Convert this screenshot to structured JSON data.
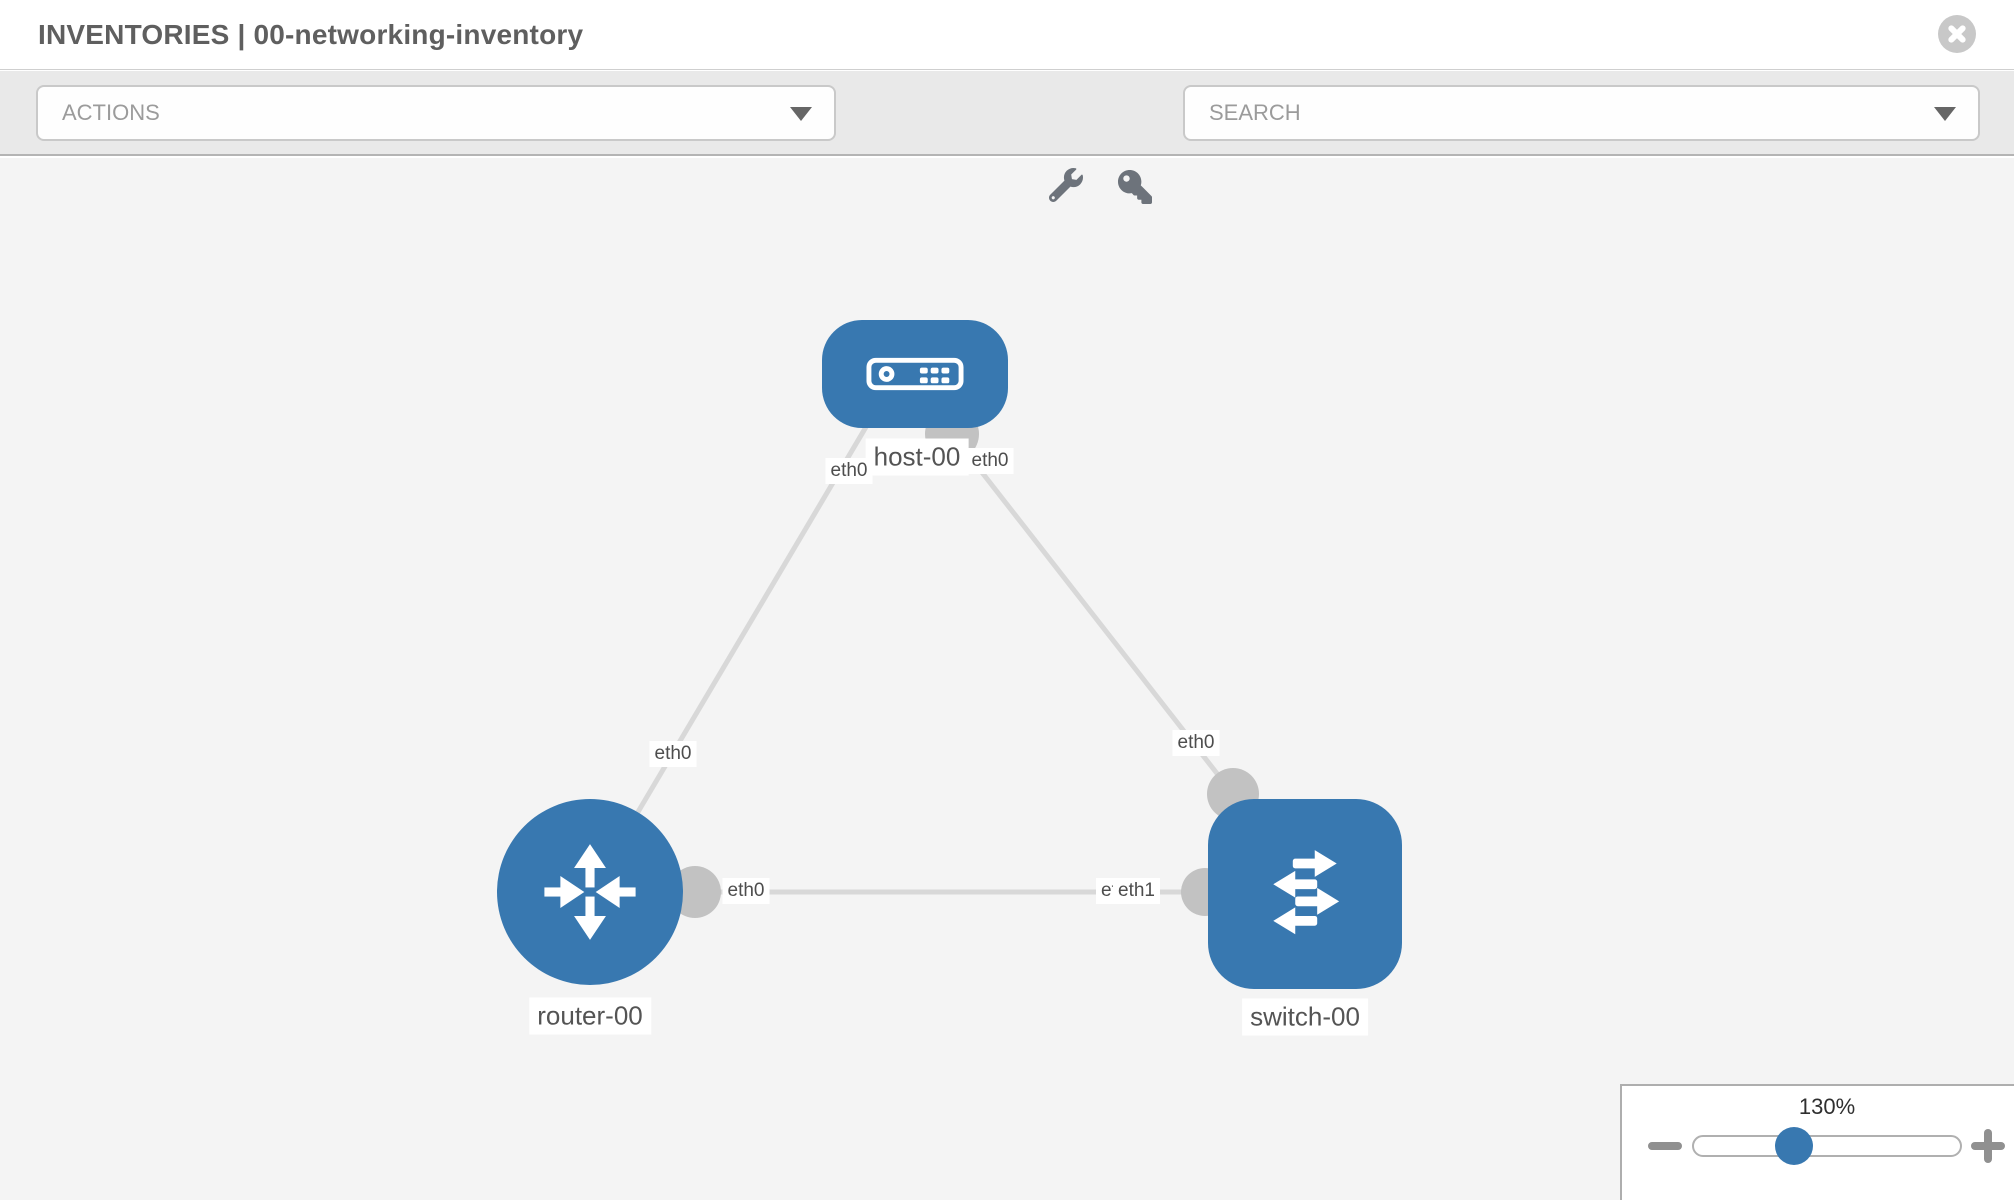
{
  "window": {
    "title": "INVENTORIES | 00-networking-inventory"
  },
  "toolbar": {
    "actions_label": "ACTIONS",
    "search_label": "SEARCH"
  },
  "topology": {
    "nodes": [
      {
        "id": "host-00",
        "type": "host",
        "label": "host-00"
      },
      {
        "id": "router-00",
        "type": "router",
        "label": "router-00"
      },
      {
        "id": "switch-00",
        "type": "switch",
        "label": "switch-00"
      }
    ],
    "links": [
      {
        "from": "host-00",
        "to": "router-00",
        "from_interface": "eth0",
        "to_interface": "eth0"
      },
      {
        "from": "host-00",
        "to": "switch-00",
        "from_interface": "eth0",
        "to_interface": "eth0"
      },
      {
        "from": "router-00",
        "to": "switch-00",
        "from_interface": "eth0",
        "to_interface": "eth1"
      }
    ],
    "interface_labels": {
      "host_to_router": "eth0",
      "host_to_switch": "eth0",
      "router_to_host": "eth0",
      "switch_to_host": "eth0",
      "router_to_switch": "eth0",
      "switch_to_router_hidden": "eth0",
      "switch_to_router": "eth1"
    }
  },
  "zoom_control": {
    "level": "130%"
  },
  "colors": {
    "node_blue": "#3878b0",
    "link_gray": "#d8d8d8",
    "interface_gray": "#c2c2c2",
    "canvas_bg": "#f4f4f4",
    "toolbar_bg": "#e9e9e9"
  }
}
